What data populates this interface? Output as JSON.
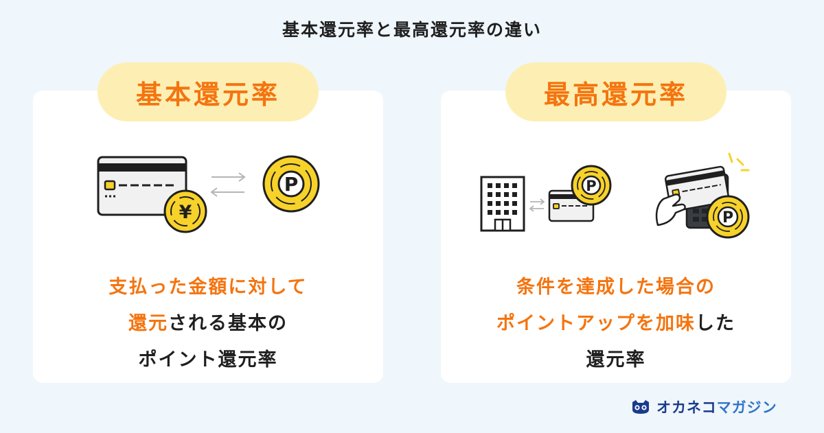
{
  "page_title": "基本還元率と最高還元率の違い",
  "left": {
    "pill_label": "基本還元率",
    "description": [
      [
        {
          "text": "支払った金額に対して",
          "highlight": true
        }
      ],
      [
        {
          "text": "還元",
          "highlight": true
        },
        {
          "text": "される基本の",
          "highlight": false
        }
      ],
      [
        {
          "text": "ポイント還元率",
          "highlight": false
        }
      ]
    ],
    "icons": [
      "credit-card-icon",
      "yen-coin-icon",
      "exchange-arrows-icon",
      "point-coin-icon"
    ],
    "yen_symbol": "¥",
    "point_symbol": "P"
  },
  "right": {
    "pill_label": "最高還元率",
    "description": [
      [
        {
          "text": "条件を達成した場合の",
          "highlight": true
        }
      ],
      [
        {
          "text": "ポイントアップを加味",
          "highlight": true
        },
        {
          "text": "した",
          "highlight": false
        }
      ],
      [
        {
          "text": "還元率",
          "highlight": false
        }
      ]
    ],
    "icons": [
      "building-icon",
      "exchange-arrows-icon",
      "credit-card-icon",
      "point-coin-icon",
      "hand-holding-card-icon",
      "payment-terminal-icon",
      "point-coin-icon"
    ],
    "point_symbol": "P"
  },
  "brand": {
    "main": "オカネコ",
    "sub": "マガジン",
    "icon": "cat-face-icon"
  },
  "colors": {
    "background": "#eff6fc",
    "card": "#ffffff",
    "accent_orange": "#f4740f",
    "pill_yellow": "#fdefb3",
    "coin_yellow": "#f7d22a",
    "text_dark": "#1f1f1f",
    "brand_navy": "#1a3b8c",
    "brand_blue": "#2f74c7"
  }
}
